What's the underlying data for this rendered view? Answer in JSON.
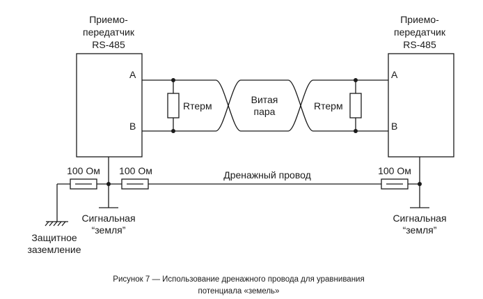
{
  "left_transceiver": {
    "title_line1": "Приемо-",
    "title_line2": "передатчик",
    "title_line3": "RS-485",
    "pin_a": "A",
    "pin_b": "B"
  },
  "right_transceiver": {
    "title_line1": "Приемо-",
    "title_line2": "передатчик",
    "title_line3": "RS-485",
    "pin_a": "A",
    "pin_b": "B"
  },
  "terminator_left": "Rтерм",
  "terminator_right": "Rтерм",
  "twisted_pair": {
    "line1": "Витая",
    "line2": "пара"
  },
  "drain_wire": "Дренажный провод",
  "resistors": {
    "left_ground": "100 Ом",
    "left_series": "100 Ом",
    "right": "100 Ом"
  },
  "signal_ground_left": {
    "line1": "Сигнальная",
    "line2": "“земля”"
  },
  "signal_ground_right": {
    "line1": "Сигнальная",
    "line2": "“земля”"
  },
  "protective_ground": {
    "line1": "Защитное",
    "line2": "заземление"
  },
  "caption": {
    "line1": "Рисунок 7 — Использование дренажного провода для уравнивания",
    "line2": "потенциала «земель»"
  },
  "colors": {
    "stroke": "#1a1a1a",
    "background": "#ffffff"
  }
}
